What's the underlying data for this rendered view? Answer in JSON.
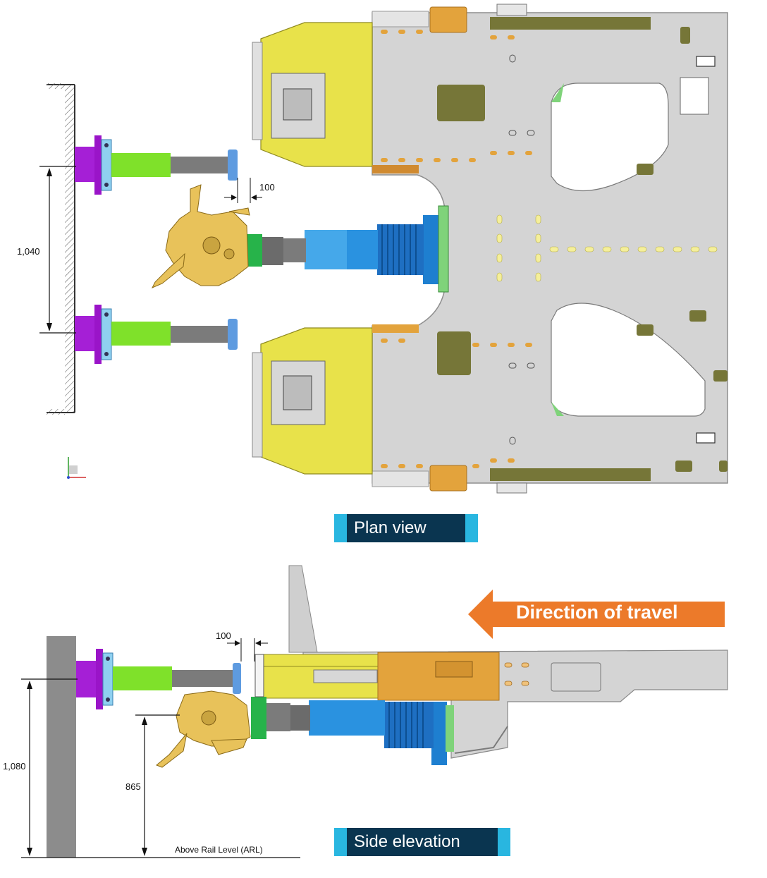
{
  "plan_view": {
    "label": "Plan view",
    "dimensions": {
      "gap": "100",
      "coupler_spacing": "1,040"
    }
  },
  "side_elevation": {
    "label": "Side elevation",
    "dimensions": {
      "gap": "100",
      "buffer_height": "1,080",
      "coupler_height": "865"
    },
    "ground_label": "Above Rail Level (ARL)"
  },
  "direction": {
    "label": "Direction of travel"
  },
  "colors": {
    "tag_navy": "#0a3550",
    "tag_cyan": "#29b6e0",
    "arrow_orange": "#ec7a2a",
    "frame_grey": "#d4d4d4",
    "cab_yellow": "#e8e24a",
    "mount_orange": "#e3a33c",
    "buffer_purple": "#a51fd6",
    "buffer_green": "#7fe12a",
    "coupler_gold": "#e8c25a",
    "draft_blue": "#2a92e0",
    "wall_grey": "#8c8c8c"
  }
}
